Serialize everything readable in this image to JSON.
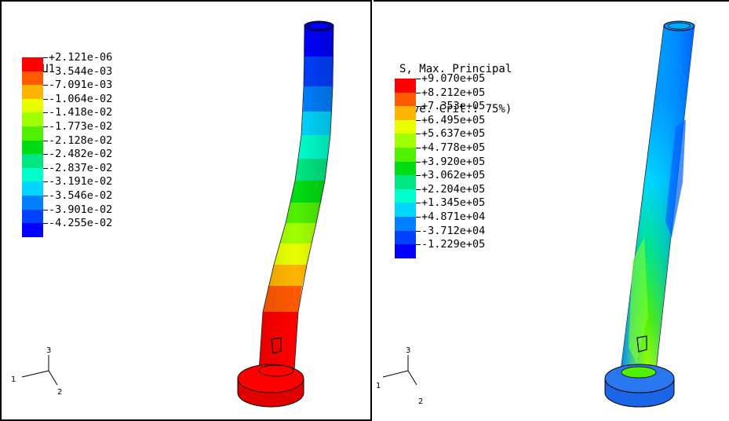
{
  "left_panel": {
    "title_lines": [
      "U, U1"
    ],
    "legend_labels": [
      "+2.121e-06",
      "-3.544e-03",
      "-7.091e-03",
      "-1.064e-02",
      "-1.418e-02",
      "-1.773e-02",
      "-2.128e-02",
      "-2.482e-02",
      "-2.837e-02",
      "-3.191e-02",
      "-3.546e-02",
      "-3.901e-02",
      "-4.255e-02"
    ],
    "legend_colors": [
      "#ff0000",
      "#ff5a00",
      "#ffb400",
      "#e8ff00",
      "#a0ff00",
      "#50f000",
      "#00dc14",
      "#00e682",
      "#00ffcc",
      "#00d6ff",
      "#0080ff",
      "#0040ff",
      "#0000ff"
    ],
    "triad": {
      "axis1": "1",
      "axis2": "2",
      "axis3": "3"
    }
  },
  "right_panel": {
    "title_lines": [
      "S, Max. Principal",
      "(Ave. Crit.: 75%)"
    ],
    "legend_labels": [
      "+9.070e+05",
      "+8.212e+05",
      "+7.353e+05",
      "+6.495e+05",
      "+5.637e+05",
      "+4.778e+05",
      "+3.920e+05",
      "+3.062e+05",
      "+2.204e+05",
      "+1.345e+05",
      "+4.871e+04",
      "-3.712e+04",
      "-1.229e+05"
    ],
    "legend_colors": [
      "#ff0000",
      "#ff5a00",
      "#ffb400",
      "#e8ff00",
      "#a0ff00",
      "#50f000",
      "#00dc14",
      "#00e682",
      "#00ffcc",
      "#00d6ff",
      "#0080ff",
      "#0040ff",
      "#0000ff"
    ],
    "triad": {
      "axis1": "1",
      "axis2": "2",
      "axis3": "3"
    }
  }
}
